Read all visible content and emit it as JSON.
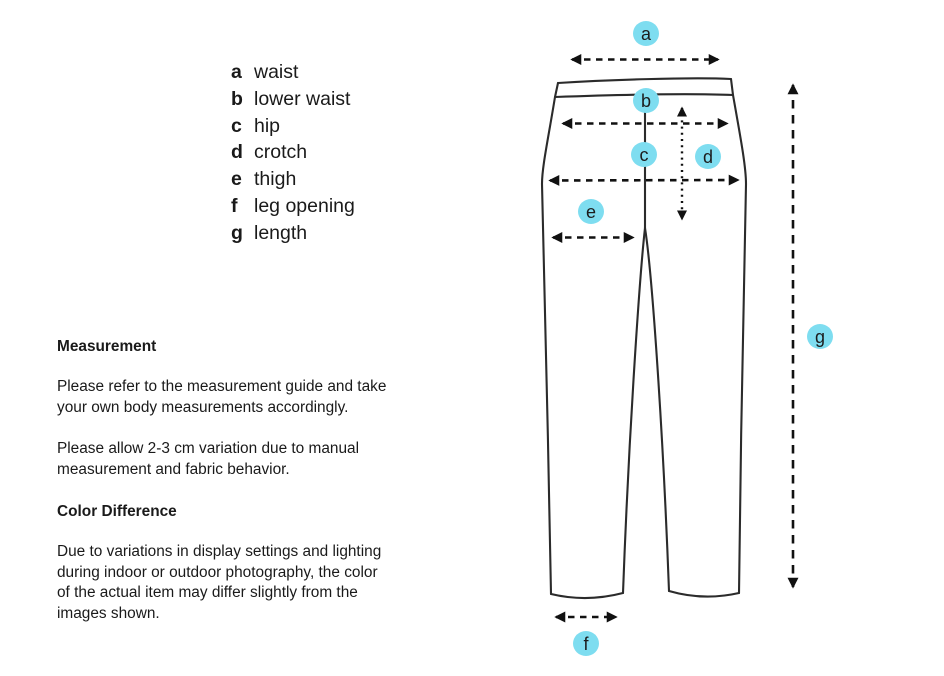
{
  "legend": {
    "items": [
      {
        "letter": "a",
        "label": "waist"
      },
      {
        "letter": "b",
        "label": "lower waist"
      },
      {
        "letter": "c",
        "label": "hip"
      },
      {
        "letter": "d",
        "label": "crotch"
      },
      {
        "letter": "e",
        "label": "thigh"
      },
      {
        "letter": "f",
        "label": "leg opening"
      },
      {
        "letter": "g",
        "label": "length"
      }
    ]
  },
  "notes": {
    "measurement": {
      "heading": "Measurement",
      "p1": "Please refer to the measurement guide and take\nyour own body measurements accordingly.",
      "p2": "Please allow 2-3 cm variation due to manual\nmeasurement and fabric behavior."
    },
    "color_difference": {
      "heading": "Color Difference",
      "p1": "Due to variations in display settings and lighting\nduring indoor or outdoor photography, the color\nof the actual item may differ slightly from the\nimages shown."
    }
  },
  "diagram": {
    "type": "pants-measurement-guide",
    "badge_color": "#7eddf0",
    "line_color": "#1d1d1d",
    "badges": [
      {
        "letter": "a"
      },
      {
        "letter": "b"
      },
      {
        "letter": "c"
      },
      {
        "letter": "d"
      },
      {
        "letter": "e"
      },
      {
        "letter": "f"
      },
      {
        "letter": "g"
      }
    ]
  }
}
